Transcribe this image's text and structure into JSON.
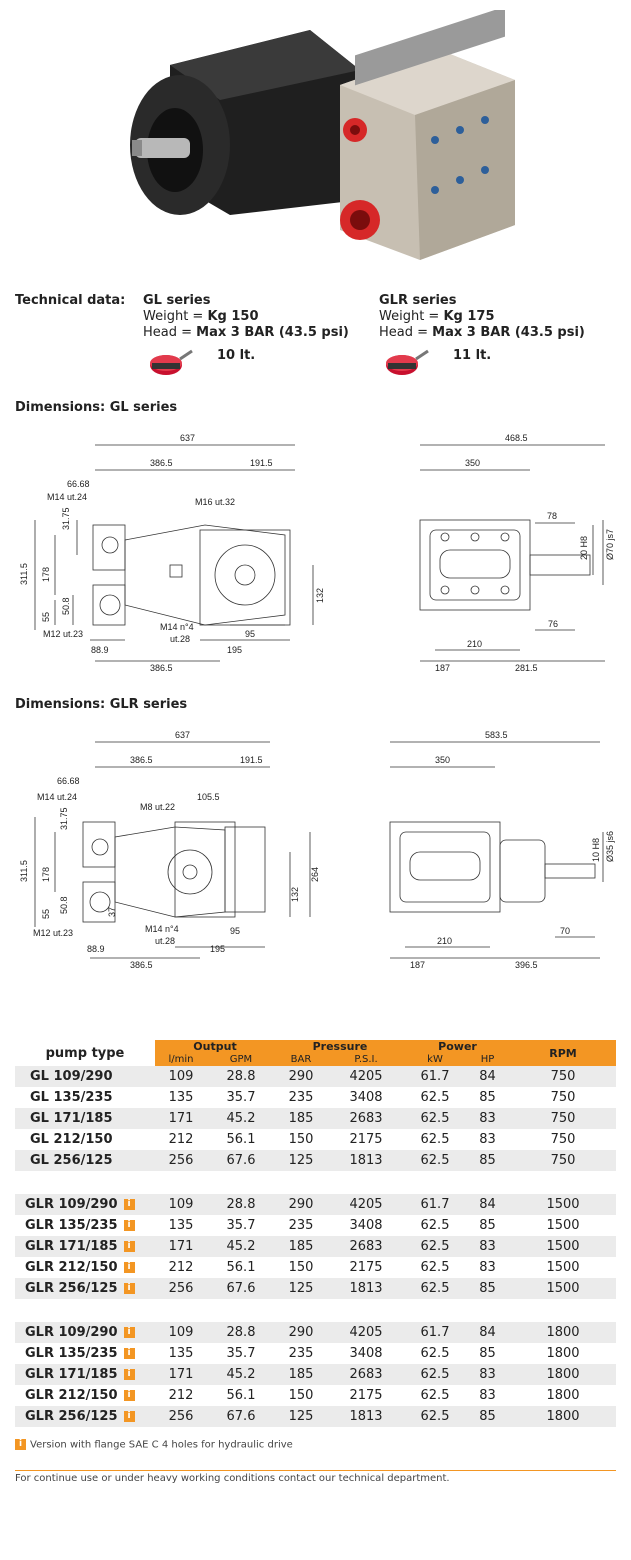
{
  "technical": {
    "label": "Technical data:",
    "gl": {
      "title": "GL series",
      "weight_label": "Weight = ",
      "weight_value": "Kg 150",
      "head_label": "Head = ",
      "head_value": "Max 3 BAR (43.5 psi)",
      "oil": "10 lt."
    },
    "glr": {
      "title": "GLR series",
      "weight_label": "Weight = ",
      "weight_value": "Kg 175",
      "head_label": "Head = ",
      "head_value": "Max 3 BAR (43.5 psi)",
      "oil": "11 lt."
    }
  },
  "dims_gl": {
    "title": "Dimensions: GL series",
    "side": {
      "d637": "637",
      "d386": "386.5",
      "d191": "191.5",
      "d6668": "66.68",
      "m14": "M14 ut.24",
      "d3175": "31.75",
      "d3115": "311.5",
      "d178": "178",
      "d55": "55",
      "d508": "50.8",
      "m12": "M12 ut.23",
      "d889": "88.9",
      "d386b": "386.5",
      "m16": "M16 ut.32",
      "m14n": "M14 n°4",
      "ut28": "ut.28",
      "d95": "95",
      "d195": "195",
      "d132": "132"
    },
    "front": {
      "d4685": "468.5",
      "d350": "350",
      "d78": "78",
      "h8": "20 H8",
      "js7": "Ø70 js7",
      "d76": "76",
      "d210": "210",
      "d187": "187",
      "d2815": "281.5"
    }
  },
  "dims_glr": {
    "title": "Dimensions: GLR series",
    "side": {
      "d637": "637",
      "d386": "386.5",
      "d191": "191.5",
      "d6668": "66.68",
      "m14": "M14 ut.24",
      "d3175": "31.75",
      "m8": "M8 ut.22",
      "d1055": "105.5",
      "d3115": "311.5",
      "d178": "178",
      "d55": "55",
      "d508": "50.8",
      "d37": "37",
      "m12": "M12 ut.23",
      "d889": "88.9",
      "m14n": "M14 n°4",
      "ut28": "ut.28",
      "d95": "95",
      "d195": "195",
      "d386b": "386.5",
      "d132": "132",
      "d264": "264"
    },
    "front": {
      "d5835": "583.5",
      "d350": "350",
      "h8": "10 H8",
      "js6": "Ø35 js6",
      "d70": "70",
      "d210": "210",
      "d187": "187",
      "d3965": "396.5"
    }
  },
  "table": {
    "pump_type": "pump type",
    "output": "Output",
    "lmin": "l/min",
    "gpm": "GPM",
    "pressure": "Pressure",
    "bar": "BAR",
    "psi": "P.S.I.",
    "power": "Power",
    "kw": "kW",
    "hp": "HP",
    "rpm": "RPM",
    "groups": [
      {
        "rows": [
          [
            "GL 109/290",
            "109",
            "28.8",
            "290",
            "4205",
            "61.7",
            "84",
            "750"
          ],
          [
            "GL 135/235",
            "135",
            "35.7",
            "235",
            "3408",
            "62.5",
            "85",
            "750"
          ],
          [
            "GL 171/185",
            "171",
            "45.2",
            "185",
            "2683",
            "62.5",
            "83",
            "750"
          ],
          [
            "GL 212/150",
            "212",
            "56.1",
            "150",
            "2175",
            "62.5",
            "83",
            "750"
          ],
          [
            "GL 256/125",
            "256",
            "67.6",
            "125",
            "1813",
            "62.5",
            "85",
            "750"
          ]
        ]
      },
      {
        "rows": [
          [
            "GLR 109/290",
            "109",
            "28.8",
            "290",
            "4205",
            "61.7",
            "84",
            "1500"
          ],
          [
            "GLR 135/235",
            "135",
            "35.7",
            "235",
            "3408",
            "62.5",
            "85",
            "1500"
          ],
          [
            "GLR 171/185",
            "171",
            "45.2",
            "185",
            "2683",
            "62.5",
            "83",
            "1500"
          ],
          [
            "GLR 212/150",
            "212",
            "56.1",
            "150",
            "2175",
            "62.5",
            "83",
            "1500"
          ],
          [
            "GLR 256/125",
            "256",
            "67.6",
            "125",
            "1813",
            "62.5",
            "85",
            "1500"
          ]
        ]
      },
      {
        "rows": [
          [
            "GLR 109/290",
            "109",
            "28.8",
            "290",
            "4205",
            "61.7",
            "84",
            "1800"
          ],
          [
            "GLR 135/235",
            "135",
            "35.7",
            "235",
            "3408",
            "62.5",
            "85",
            "1800"
          ],
          [
            "GLR 171/185",
            "171",
            "45.2",
            "185",
            "2683",
            "62.5",
            "83",
            "1800"
          ],
          [
            "GLR 212/150",
            "212",
            "56.1",
            "150",
            "2175",
            "62.5",
            "83",
            "1800"
          ],
          [
            "GLR 256/125",
            "256",
            "67.6",
            "125",
            "1813",
            "62.5",
            "85",
            "1800"
          ]
        ]
      }
    ],
    "badge": "i"
  },
  "footnote": "Version with flange SAE C 4 holes for hydraulic drive",
  "footer": "For continue use or under heavy working conditions contact our technical department.",
  "colors": {
    "accent": "#f39623",
    "shade": "#ebebeb",
    "pump_red": "#c8102e"
  }
}
